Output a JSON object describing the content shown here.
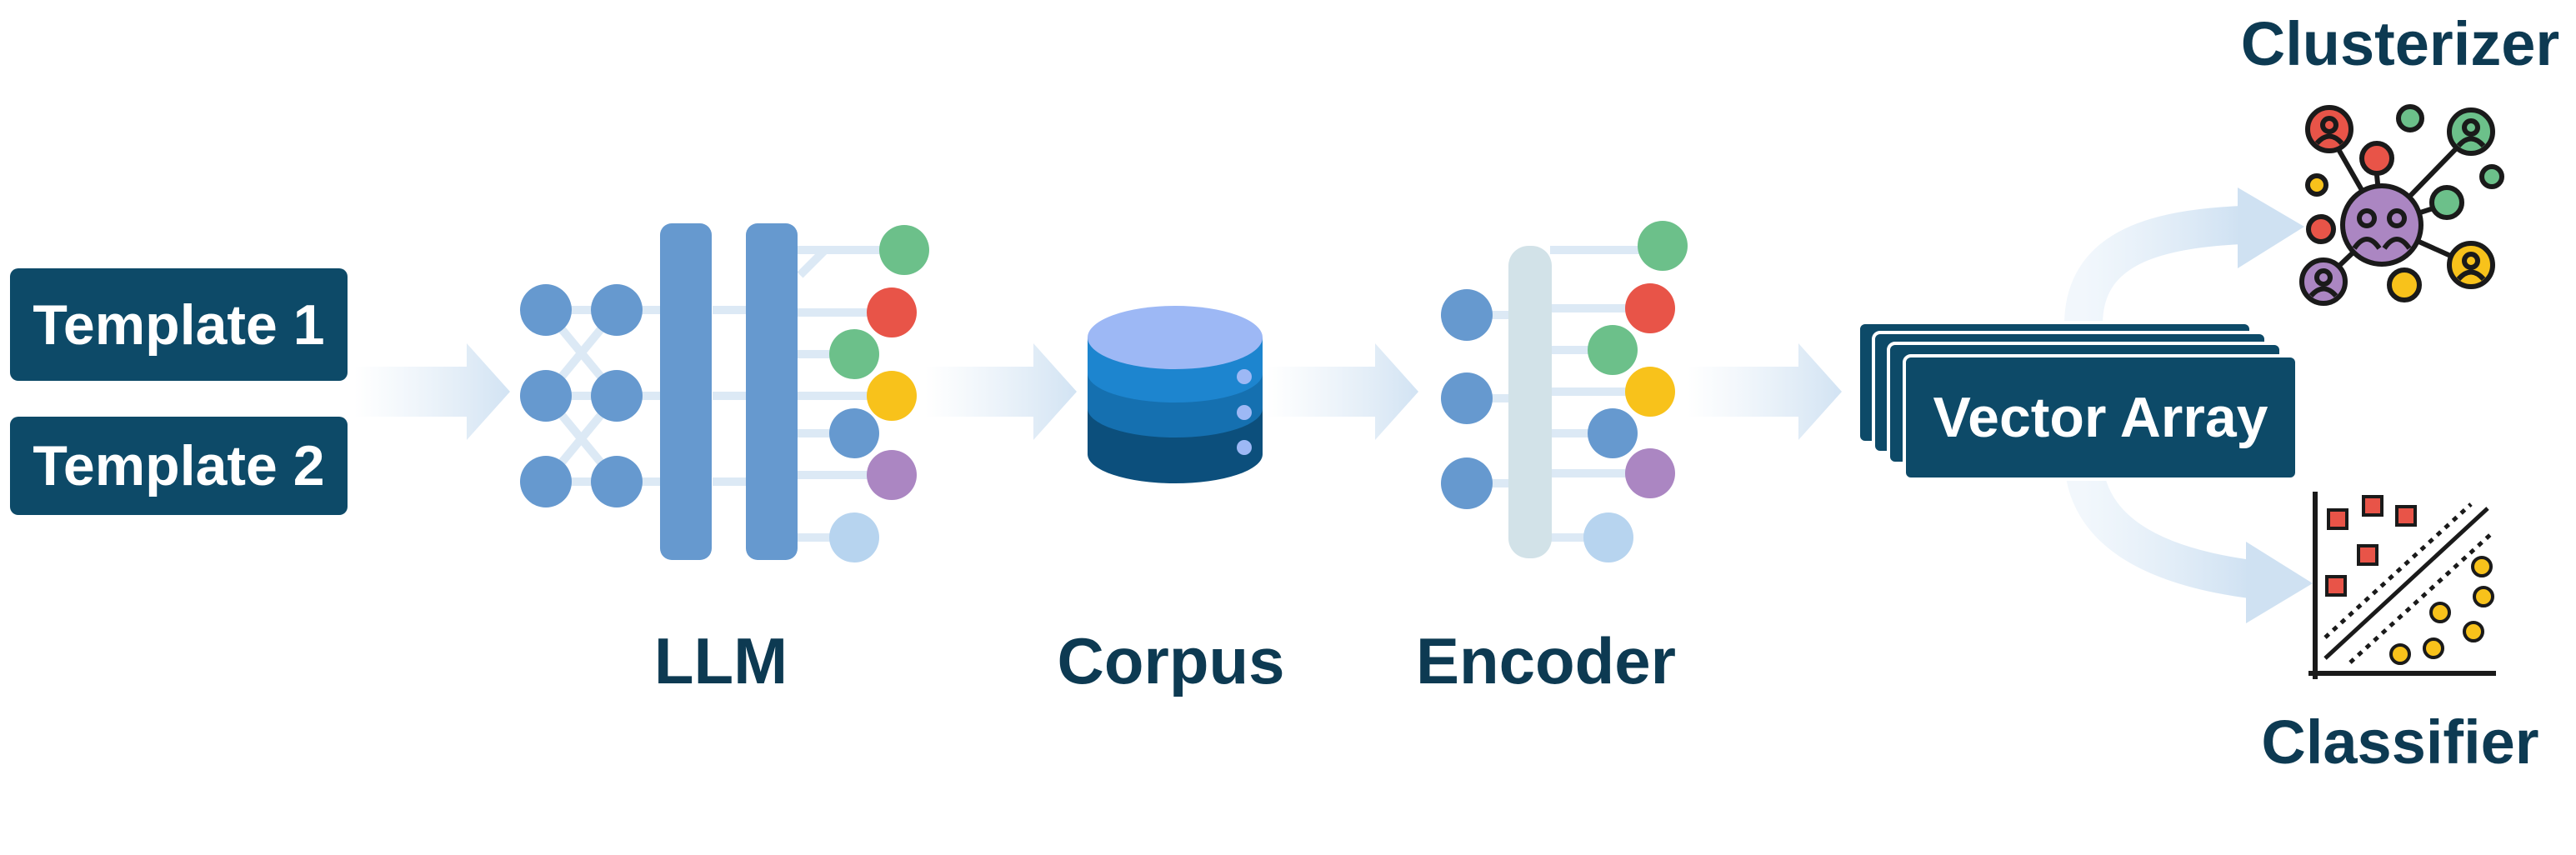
{
  "inputs": {
    "template_1": "Template 1",
    "template_2": "Template 2"
  },
  "stages": {
    "llm": "LLM",
    "corpus": "Corpus",
    "encoder": "Encoder"
  },
  "output": {
    "vector_array": "Vector Array"
  },
  "downstream": {
    "clusterizer": "Clusterizer",
    "classifier": "Classifier"
  },
  "colors": {
    "dark_navy": "#0d4a68",
    "label_text": "#0d3a52",
    "node_blue": "#6699cf",
    "arrow_light": "#dce9f5",
    "green": "#6cc08a",
    "red": "#e85448",
    "yellow": "#f8c21b",
    "purple": "#ab86c2",
    "pale_blue": "#b7d4ef",
    "db_top": "#9db8f5",
    "db_mid": "#1d85cf",
    "db_dark": "#0c4f7c"
  },
  "icons": [
    "llm-network-icon",
    "database-icon",
    "encoder-network-icon",
    "cluster-network-icon",
    "scatter-classifier-icon"
  ]
}
